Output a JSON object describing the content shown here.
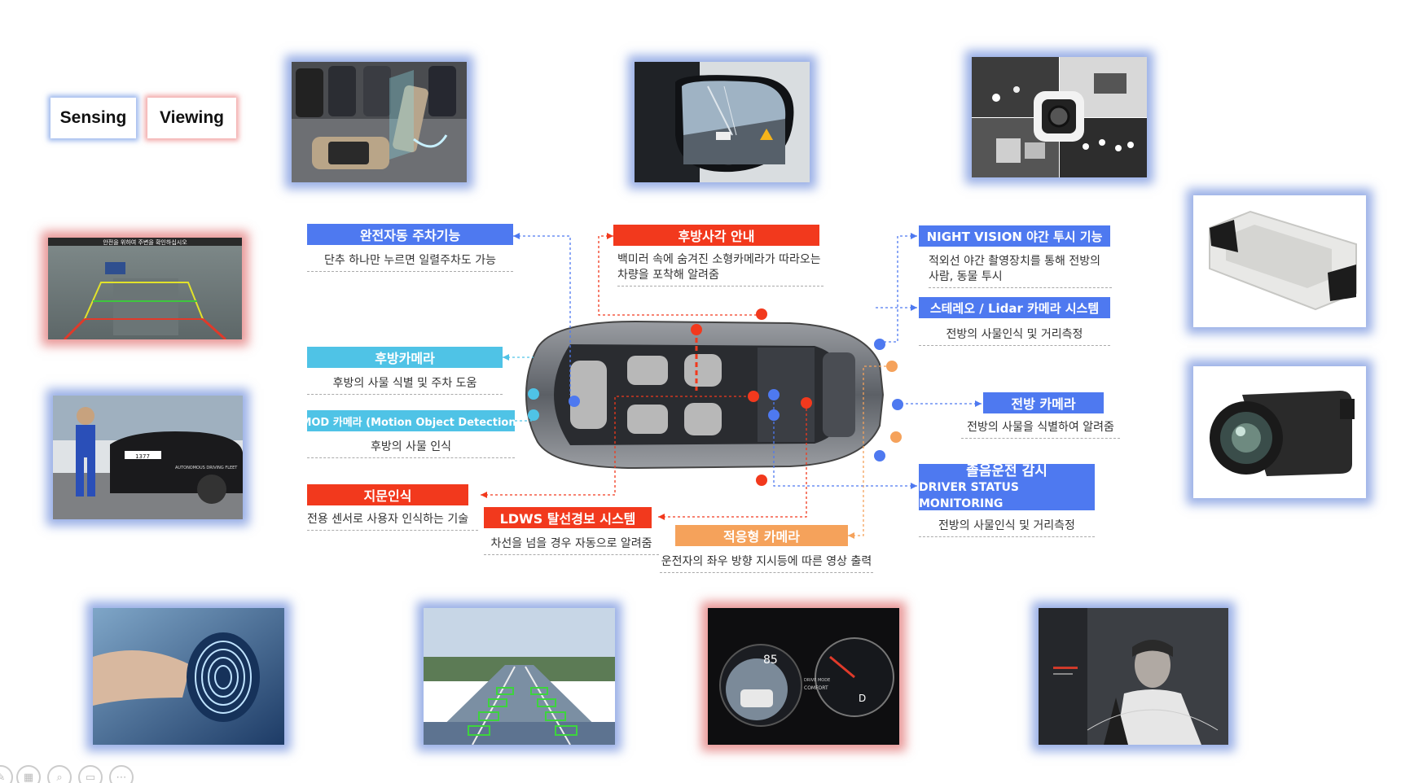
{
  "legend": {
    "sensing": "Sensing",
    "viewing": "Viewing"
  },
  "features": {
    "parking": {
      "title": "완전자동 주차기능",
      "desc": "단추 하나만 누르면 일렬주차도 가능"
    },
    "blindspot": {
      "title": "후방사각 안내",
      "desc_line1": "백미러 속에 숨겨진 소형카메라가 따라오는",
      "desc_line2": "차량을 포착해 알려줌"
    },
    "night_vision": {
      "title": "NIGHT VISION 야간 투시 기능",
      "desc_line1": "적외선 야간 촬영장치를 통해 전방의",
      "desc_line2": "사람, 동물 투시"
    },
    "stereo": {
      "title": "스테레오 / Lidar 카메라 시스템",
      "desc": "전방의 사물인식 및 거리측정"
    },
    "rear_camera": {
      "title": "후방카메라",
      "desc": "후방의 사물 식별 및 주차 도움"
    },
    "mod": {
      "title": "MOD 카메라 (Motion Object Detection)",
      "desc": "후방의 사물 인식"
    },
    "front_camera": {
      "title": "전방 카메라",
      "desc": "전방의 사물을 식별하여 알려줌"
    },
    "fingerprint": {
      "title": "지문인식",
      "desc": "전용 센서로 사용자 인식하는 기술"
    },
    "ldws": {
      "title": "LDWS 탈선경보 시스템",
      "desc": "차선을 넘을 경우 자동으로 알려줌"
    },
    "adaptive": {
      "title": "적응형 카메라",
      "desc": "운전자의 좌우 방향 지시등에 따른 영상 출력"
    },
    "dsm": {
      "title_line1": "졸음운전 감시",
      "title_line2": "DRIVER STATUS MONITORING",
      "desc": "전방의 사물인식 및 거리측정"
    }
  },
  "photo_text": {
    "rear_cam_banner": "안전을 위하여 주변을 확인하십시오",
    "plate": "1377",
    "fleet": "AUTONOMOUS DRIVING FLEET",
    "speed": "85",
    "drive_mode": "DRIVE MODE",
    "comfort": "COMFORT",
    "gear": "D"
  },
  "colors": {
    "blue": "#4e79f0",
    "cyan": "#4fc3e6",
    "red": "#f2391d",
    "orange": "#f5a25b"
  },
  "toolbar": [
    "pen-icon",
    "slides-icon",
    "zoom-icon",
    "video-off-icon",
    "more-icon"
  ]
}
